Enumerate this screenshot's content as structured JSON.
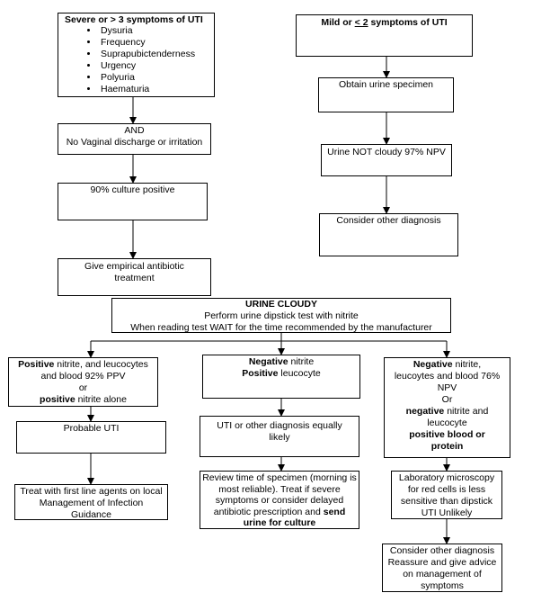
{
  "severe": {
    "title": "Severe or > 3 symptoms of UTI",
    "symptoms": [
      "Dysuria",
      "Frequency",
      "Suprapubictenderness",
      "Urgency",
      "Polyuria",
      "Haematuria"
    ]
  },
  "and_box": {
    "line1": "AND",
    "line2": "No Vaginal discharge or irritation"
  },
  "culture_box": {
    "text": "90% culture positive"
  },
  "antibiotic_box": {
    "line1": "Give empirical antibiotic",
    "line2": "treatment"
  },
  "mild": {
    "prefix": "Mild or ",
    "symbol": "< 2",
    "suffix": " symptoms of UTI"
  },
  "specimen_box": {
    "text": "Obtain urine specimen"
  },
  "not_cloudy_box": {
    "text": "Urine NOT cloudy 97% NPV"
  },
  "consider_box": {
    "text": "Consider other diagnosis"
  },
  "cloudy": {
    "title": "URINE CLOUDY",
    "line2": "Perform urine dipstick test with nitrite",
    "line3": "When reading test WAIT for the time recommended by the manufacturer"
  },
  "left_branch": {
    "pos1": "Positive",
    "l1": " nitrite, and leucocytes",
    "l2": "and blood 92% PPV",
    "l3": "or",
    "pos2": "positive",
    "l4": " nitrite alone",
    "probable": "Probable UTI",
    "treat": "Treat with first line agents on local Management of Infection Guidance"
  },
  "middle_branch": {
    "neg": "Negative",
    "l1": " nitrite",
    "pos": "Positive",
    "l2": " leucocyte",
    "equal": "UTI or other diagnosis equally likely",
    "review_a": "Review time of specimen (morning is most reliable). Treat if severe symptoms or consider delayed antibiotic prescription and ",
    "review_b": "send urine for culture"
  },
  "right_branch": {
    "neg1": "Negative",
    "l1": " nitrite,",
    "l2": "leucoytes and blood 76%",
    "l3": "NPV",
    "l4": "Or",
    "neg2": "negative",
    "l5": " nitrite and",
    "l6": "leucocyte",
    "l7": "positive blood or",
    "l8": "protein",
    "lab": "Laboratory microscopy for red cells is less sensitive than dipstick UTI Unlikely",
    "consider_a": "Consider other diagnosis",
    "consider_b": "Reassure and give advice on management of symptoms"
  }
}
